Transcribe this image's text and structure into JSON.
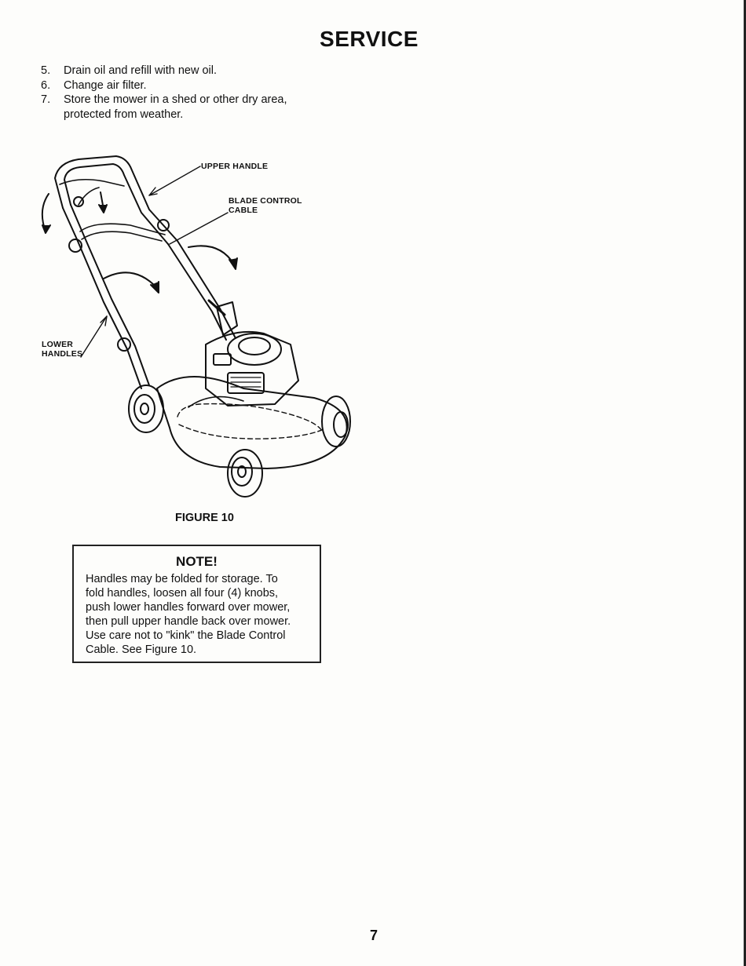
{
  "page": {
    "title": "SERVICE",
    "page_number": "7"
  },
  "steps": [
    {
      "num": "5.",
      "text": "Drain oil and refill with new oil."
    },
    {
      "num": "6.",
      "text": "Change air filter."
    },
    {
      "num": "7.",
      "text": "Store the mower in a shed or other dry area,"
    },
    {
      "num": "",
      "text": "protected from weather."
    }
  ],
  "figure": {
    "callouts": {
      "upper_handle": "UPPER HANDLE",
      "blade_control_line1": "BLADE CONTROL",
      "blade_control_line2": "CABLE",
      "lower_line1": "LOWER",
      "lower_line2": "HANDLES"
    },
    "caption": "FIGURE 10"
  },
  "note": {
    "title": "NOTE!",
    "lines": [
      "Handles may be folded for storage.  To",
      "fold handles, loosen all four (4) knobs,",
      "push lower handles forward over mower,",
      "then pull upper handle back over mower.",
      "Use care not to \"kink\" the Blade Control",
      "Cable.  See Figure 10."
    ]
  }
}
